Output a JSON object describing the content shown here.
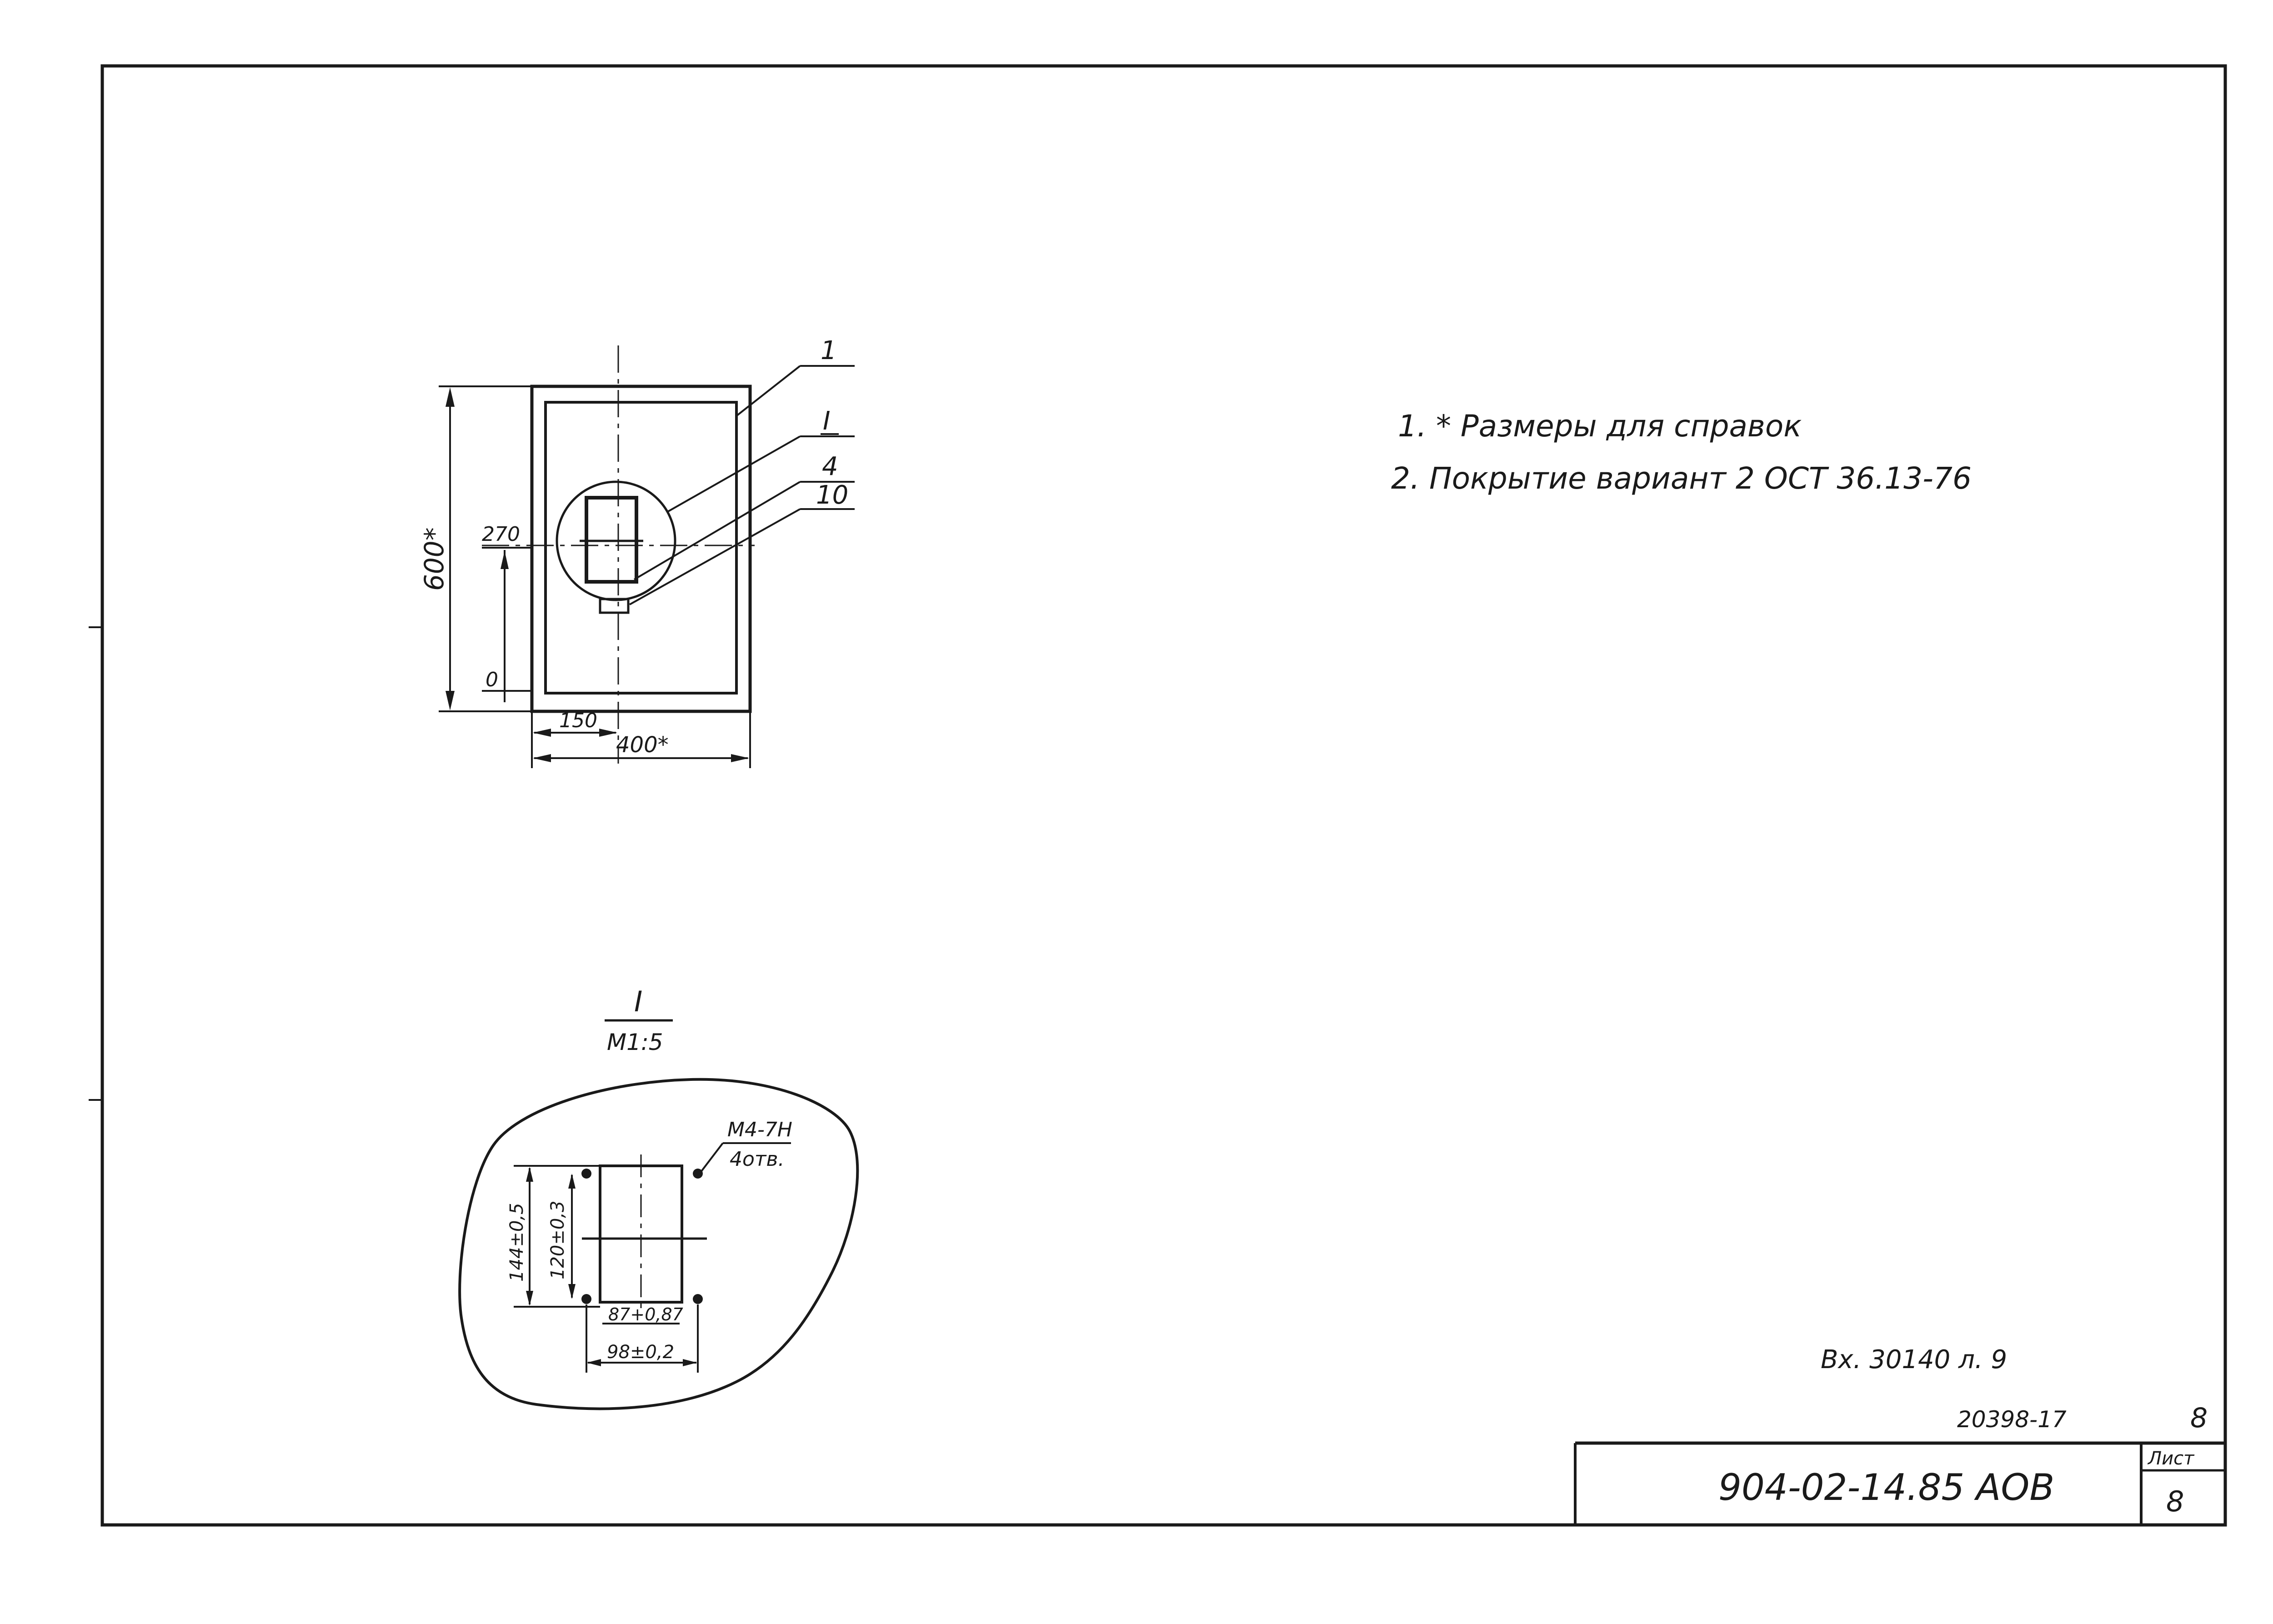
{
  "notes": [
    "1. * Размеры для справок",
    "2. Покрытие вариант 2  ОСТ 36.13-76"
  ],
  "main_view": {
    "dimensions": {
      "height": "600*",
      "width": "400*",
      "offset_x": "150",
      "mark_top": "270",
      "mark_bottom": "0"
    },
    "callouts": [
      "1",
      "I",
      "4",
      "10"
    ]
  },
  "detail_view": {
    "title": "I",
    "scale": "М1:5",
    "thread_note": "М4-7Н",
    "holes_note": "4отв.",
    "dims": {
      "outer_height": "144±0,5",
      "inner_height": "120±0,3",
      "inner_width": "87+0,87",
      "outer_width": "98±0,2"
    }
  },
  "inventory_note": "Вх. 30140 л. 9",
  "archive_number": "20398-17",
  "corner_sheet": "8",
  "title_block": {
    "designation": "904-02-14.85 АОВ",
    "sheet_label": "Лист",
    "sheet_number": "8"
  }
}
